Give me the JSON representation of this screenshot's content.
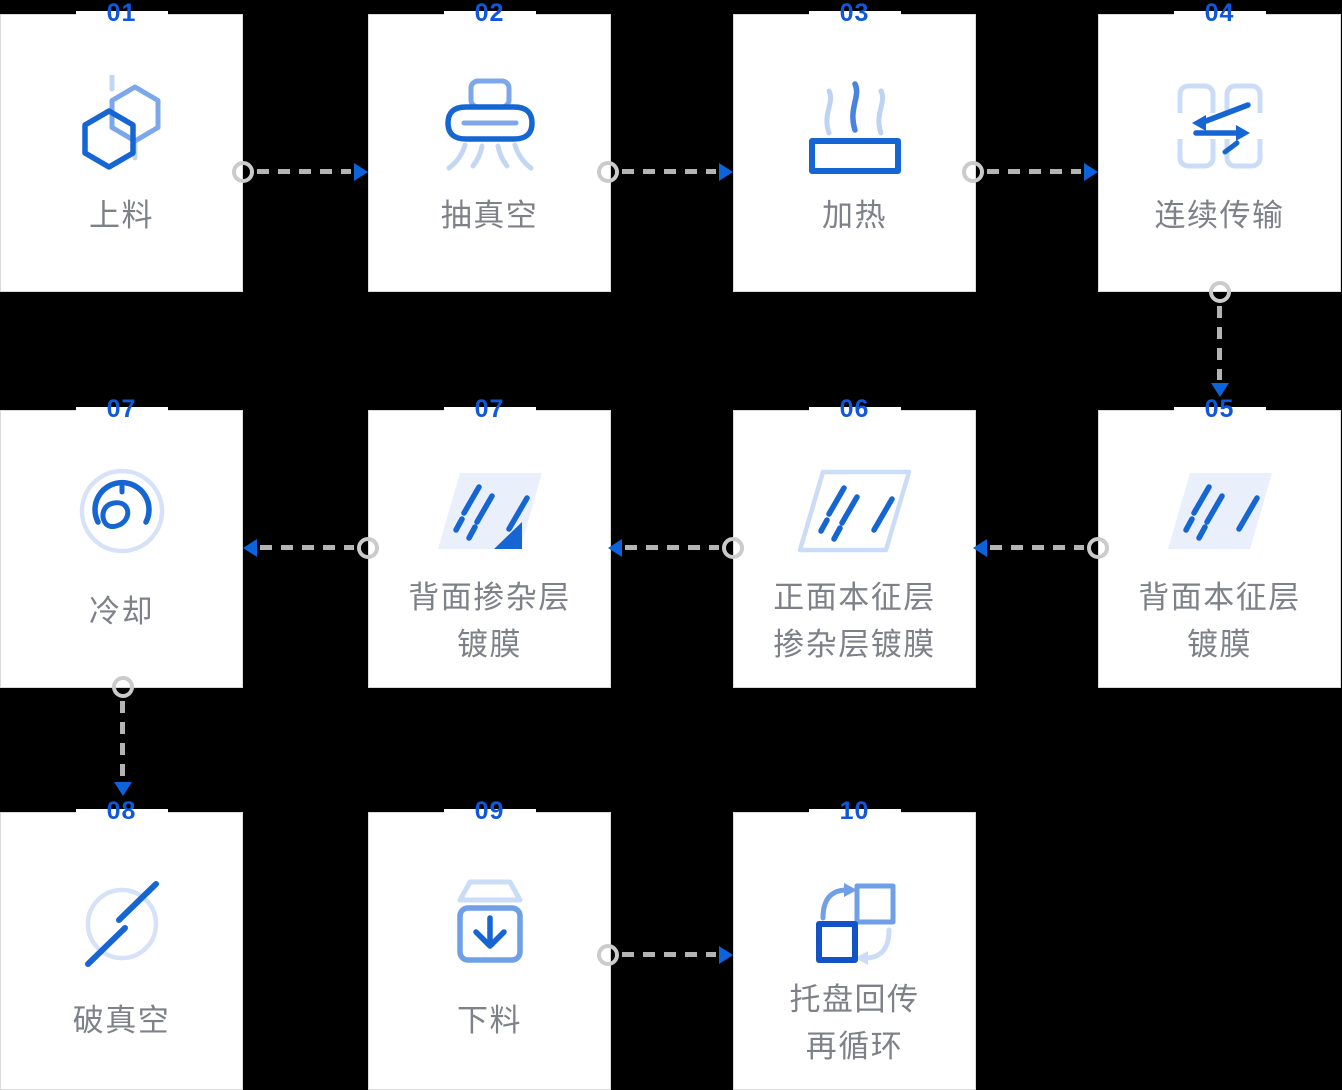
{
  "diagram_title": "coating-line-process-flow",
  "steps": [
    {
      "num": "01",
      "label1": "上料",
      "icon": "molecule-icon"
    },
    {
      "num": "02",
      "label1": "抽真空",
      "icon": "vacuum-hood-icon"
    },
    {
      "num": "03",
      "label1": "加热",
      "icon": "heater-icon"
    },
    {
      "num": "04",
      "label1": "连续传输",
      "icon": "transfer-arrows-icon"
    },
    {
      "num": "05",
      "label1": "背面本征层",
      "label2": "镀膜",
      "icon": "wafer-coating-filled-icon"
    },
    {
      "num": "06",
      "label1": "正面本征层",
      "label2": "掺杂层镀膜",
      "icon": "wafer-coating-outline-icon"
    },
    {
      "num": "07",
      "label1": "背面掺杂层",
      "label2": "镀膜",
      "icon": "wafer-coating-corner-icon"
    },
    {
      "num": "07",
      "label1": "冷却",
      "icon": "gauge-icon"
    },
    {
      "num": "08",
      "label1": "破真空",
      "icon": "broken-vacuum-icon"
    },
    {
      "num": "09",
      "label1": "下料",
      "icon": "unload-box-icon"
    },
    {
      "num": "10",
      "label1": "托盘回传",
      "label2": "再循环",
      "icon": "recycle-squares-icon"
    }
  ],
  "connections": [
    {
      "from": 0,
      "to": 1,
      "direction": "right"
    },
    {
      "from": 1,
      "to": 2,
      "direction": "right"
    },
    {
      "from": 2,
      "to": 3,
      "direction": "right"
    },
    {
      "from": 3,
      "to": 4,
      "direction": "down"
    },
    {
      "from": 4,
      "to": 5,
      "direction": "left"
    },
    {
      "from": 5,
      "to": 6,
      "direction": "left"
    },
    {
      "from": 6,
      "to": 7,
      "direction": "left"
    },
    {
      "from": 7,
      "to": 8,
      "direction": "down"
    },
    {
      "from": 9,
      "to": 10,
      "direction": "right"
    }
  ],
  "colors": {
    "accent_blue": "#1565D3",
    "number_blue": "#1157D9",
    "medium_blue": "#7CA7EA",
    "light_blue": "#C3D7F4",
    "pale_fill": "#E9F0FB",
    "label_gray": "#7E8288",
    "card_border": "#D9D9D9",
    "dash_gray": "#B4B4B4",
    "ring_gray": "#CBCBCB",
    "arrow_blue": "#0C63DC",
    "background": "#000000",
    "card_bg": "#FFFFFF"
  }
}
